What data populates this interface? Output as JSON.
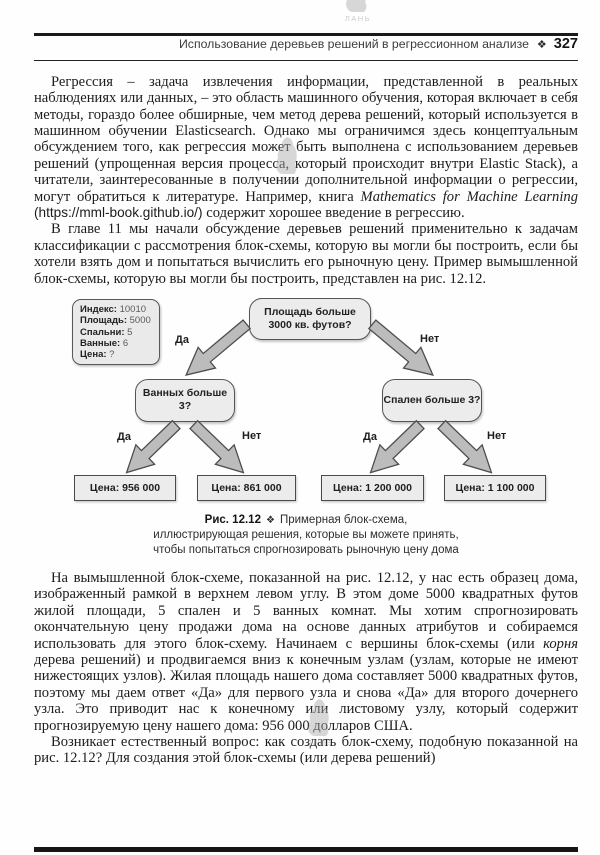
{
  "header": {
    "title": "Использование деревьев решений в регрессионном анализе",
    "diamond": "❖",
    "page_number": "327"
  },
  "body": {
    "p1a": "Регрессия – задача извлечения информации, представленной в реальных наблюдениях или данных, – это область машинного обучения, которая включает в себя методы, гораздо более обширные, чем метод дерева решений, который используется в машинном обучении Elasticsearch. Однако мы ограничимся здесь концептуальным обсуждением того, как регрессия может быть выполнена с использованием деревьев решений (упрощенная версия процесса, который происходит внутри Elastic Stack), а читатели, заинтересованные в получении дополнительной информации о регрессии, могут обратиться к литературе. Например, книга ",
    "p1_italic": "Mathematics for Machine Learning",
    "p1_url": " (https://mml-book.github.io/) ",
    "p1b": "содержит хорошее введение в регрессию.",
    "p2": "В главе 11 мы начали обсуждение деревьев решений применительно к задачам классификации с рассмотрения блок-схемы, которую вы могли бы построить, если бы хотели взять дом и попытаться вычислить его рыночную цену. Пример вымышленной блок-схемы, которую вы могли бы построить, представлен на рис. 12.12.",
    "p3a": "На вымышленной блок-схеме, показанной на рис. 12.12, у нас есть образец дома, изображенный рамкой в верхнем левом углу. В этом доме 5000 квадратных футов жилой площади, 5 спален и 5 ванных комнат. Мы хотим спрогнозировать окончательную цену продажи дома на основе данных атрибутов и собираемся использовать для этого блок-схему. Начинаем с вершины блок-схемы (или ",
    "p3_italic": "корня",
    "p3b": " дерева решений) и продвигаемся вниз к конечным узлам (узлам, которые не имеют нижестоящих узлов). Жилая площадь нашего дома составляет 5000 квадратных футов, поэтому мы даем ответ «Да» для первого узла и снова «Да» для второго дочернего узла. Это приводит нас к конечному или листовому узлу, который содержит прогнозируемую цену нашего дома: 956 000 долларов США.",
    "p4": "Возникает естественный вопрос: как создать блок-схему, подобную показанной на рис. 12.12? Для создания этой блок-схемы (или дерева решений)"
  },
  "figure": {
    "sample": {
      "rows": [
        {
          "label": "Индекс:",
          "value": "10010"
        },
        {
          "label": "Площадь:",
          "value": "5000"
        },
        {
          "label": "Спальни:",
          "value": "5"
        },
        {
          "label": "Ванные:",
          "value": "6"
        },
        {
          "label": "Цена:",
          "value": "?"
        }
      ]
    },
    "nodes": {
      "root": "Площадь больше\n3000 кв. футов?",
      "left": "Ванных больше 3?",
      "right": "Спален больше 3?"
    },
    "branch": {
      "yes": "Да",
      "no": "Нет"
    },
    "leaves": [
      "Цена: 956 000",
      "Цена: 861 000",
      "Цена: 1 200 000",
      "Цена: 1 100 000"
    ],
    "caption": {
      "label": "Рис. 12.12",
      "diamond": "❖",
      "line1": "Примерная блок-схема,",
      "line2": "иллюстрирующая решения, которые вы можете принять,",
      "line3": "чтобы попытаться спрогнозировать рыночную цену дома"
    }
  },
  "watermark": {
    "text": "ЛАНЬ"
  },
  "colors": {
    "node_fill": "#ececec",
    "node_border": "#555555",
    "arrow_fill": "#bcbcbc",
    "arrow_border": "#4e4e4e",
    "rule": "#1a1a1a",
    "body_text": "#1c1c1c"
  }
}
